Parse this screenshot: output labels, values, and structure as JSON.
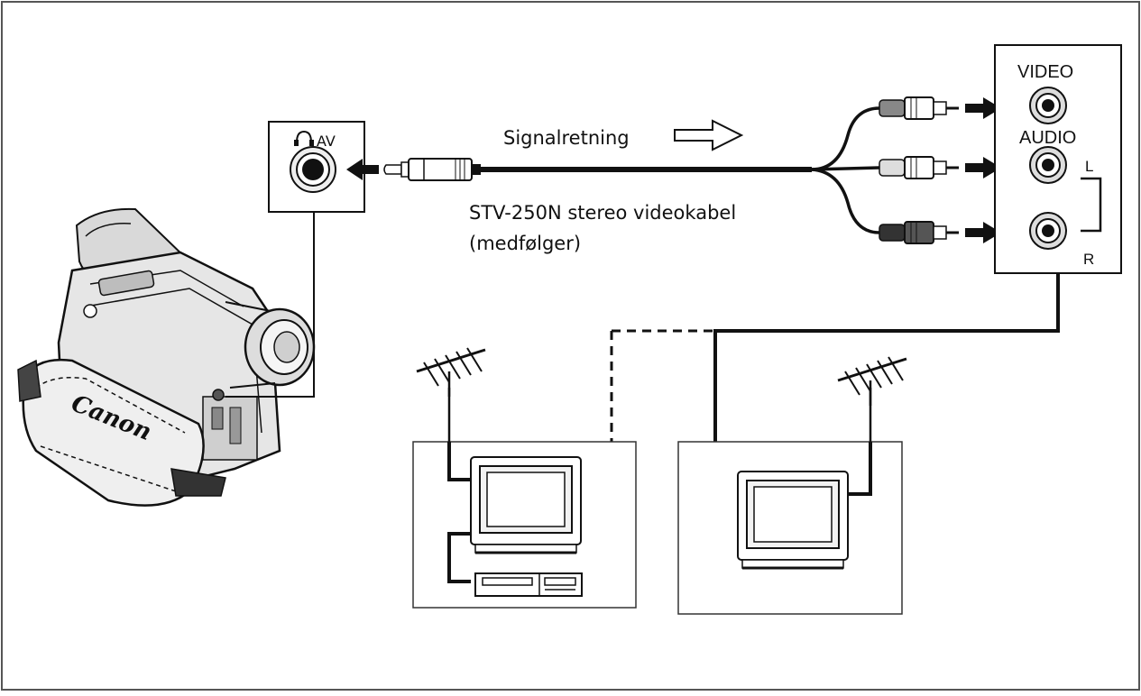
{
  "labels": {
    "signal_direction": "Signalretning",
    "cable_name": "STV-250N stereo videokabel",
    "cable_note": "(medfølger)",
    "camera_terminal": "AV",
    "tv_video": "VIDEO",
    "tv_audio": "AUDIO",
    "audio_left": "L",
    "audio_right": "R",
    "brand_logo": "Canon"
  },
  "icons": {
    "camera_terminal_symbol": "headphones-icon",
    "signal_arrow": "hollow-right-arrow-icon",
    "plug_arrows": "solid-right-arrow-icon"
  },
  "colors": {
    "line": "#111111",
    "frame": "#555555",
    "background": "#ffffff"
  }
}
